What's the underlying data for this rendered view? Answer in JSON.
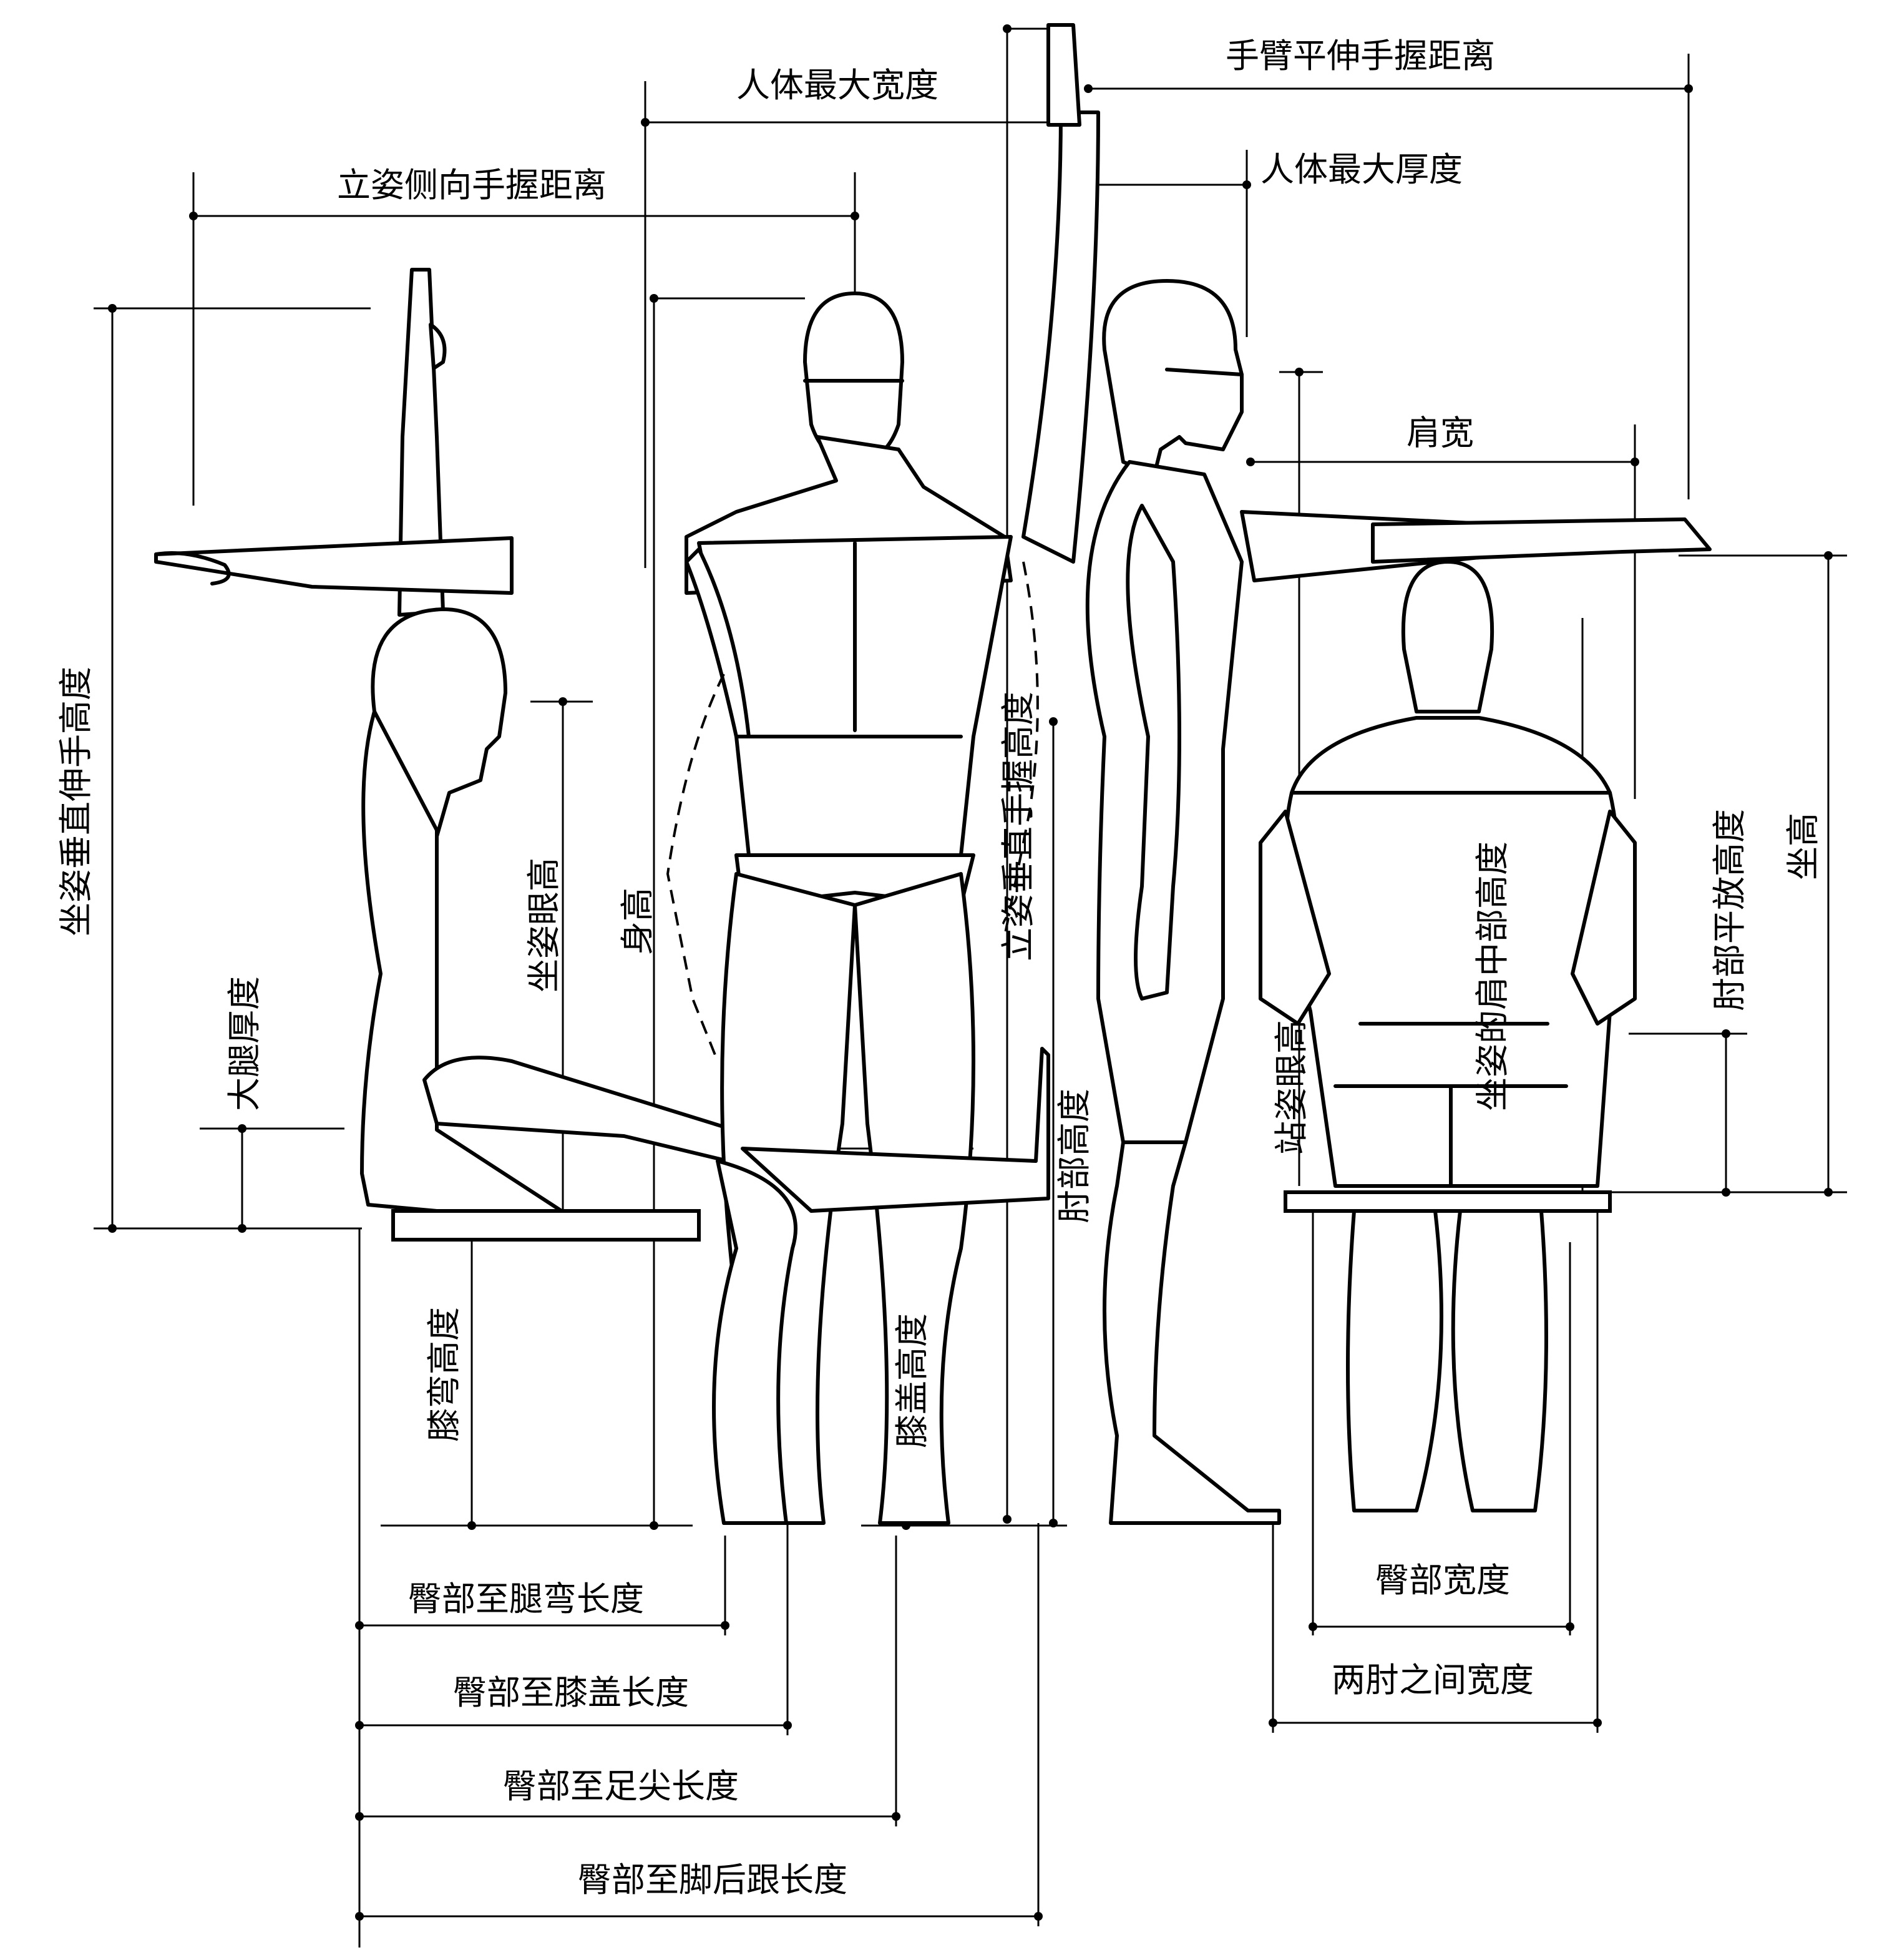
{
  "colors": {
    "ink": "#000000",
    "paper": "#ffffff"
  },
  "labels": {
    "standing_side_reach": "立姿侧向手握距离",
    "max_body_width": "人体最大宽度",
    "arm_span_grip": "手臂平伸手握距离",
    "max_body_depth": "人体最大厚度",
    "shoulder_width": "肩宽",
    "seated_vertical_reach": "坐姿垂直伸手高度",
    "thigh_thickness": "大腿厚度",
    "seated_eye_height": "坐姿眼高",
    "stature": "身高",
    "standing_vertical_grip": "立姿垂直手握高度",
    "elbow_height": "肘部高度",
    "standing_eye_height": "站姿眼高",
    "seated_mid_shoulder": "坐姿的肩中部高度",
    "elbow_rest_height": "肘部平放高度",
    "sitting_height": "坐高",
    "popliteal_height": "膝弯高度",
    "knee_height": "膝盖高度",
    "buttock_popliteal": "臀部至腿弯长度",
    "buttock_knee": "臀部至膝盖长度",
    "buttock_toe": "臀部至足尖长度",
    "buttock_heel": "臀部至脚后跟长度",
    "hip_width": "臀部宽度",
    "elbow_to_elbow": "两肘之间宽度"
  }
}
